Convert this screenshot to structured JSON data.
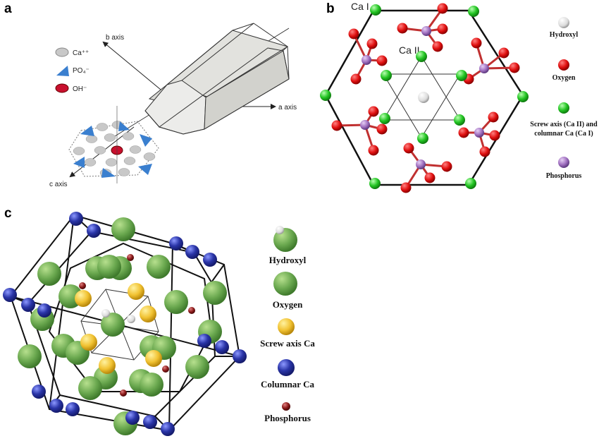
{
  "panel_a": {
    "letter": "a",
    "axes": {
      "b": "b axis",
      "a": "a axis",
      "c": "c axis"
    },
    "legend": [
      {
        "label": "Ca⁺⁺",
        "icon": "calcium-ellipse-icon",
        "color": "#c8c8c8"
      },
      {
        "label": "PO₄⁻",
        "icon": "phosphate-triangle-icon",
        "color": "#3a7fcf"
      },
      {
        "label": "OH⁻",
        "icon": "hydroxyl-ellipse-icon",
        "color": "#c8102e"
      }
    ]
  },
  "panel_b": {
    "letter": "b",
    "labels": {
      "ca1": "Ca I",
      "ca2": "Ca II"
    },
    "legend": [
      {
        "label": "Hydroxyl",
        "color": "#f0f0f0"
      },
      {
        "label": "Oxygen",
        "color": "#e01010"
      },
      {
        "label": "Screw axis (Ca II) and",
        "label2": "columnar Ca (Ca I)",
        "color": "#22c422"
      },
      {
        "label": "Phosphorus",
        "color": "#a070c0"
      }
    ]
  },
  "panel_c": {
    "letter": "c",
    "legend": [
      {
        "label": "Hydroxyl",
        "color": "#6aa84f"
      },
      {
        "label": "Oxygen",
        "color": "#6aa84f"
      },
      {
        "label": "Screw axis Ca",
        "color": "#f1c232"
      },
      {
        "label": "Columnar Ca",
        "color": "#2a35a8"
      },
      {
        "label": "Phosphorus",
        "color": "#8b1a1a"
      }
    ]
  }
}
